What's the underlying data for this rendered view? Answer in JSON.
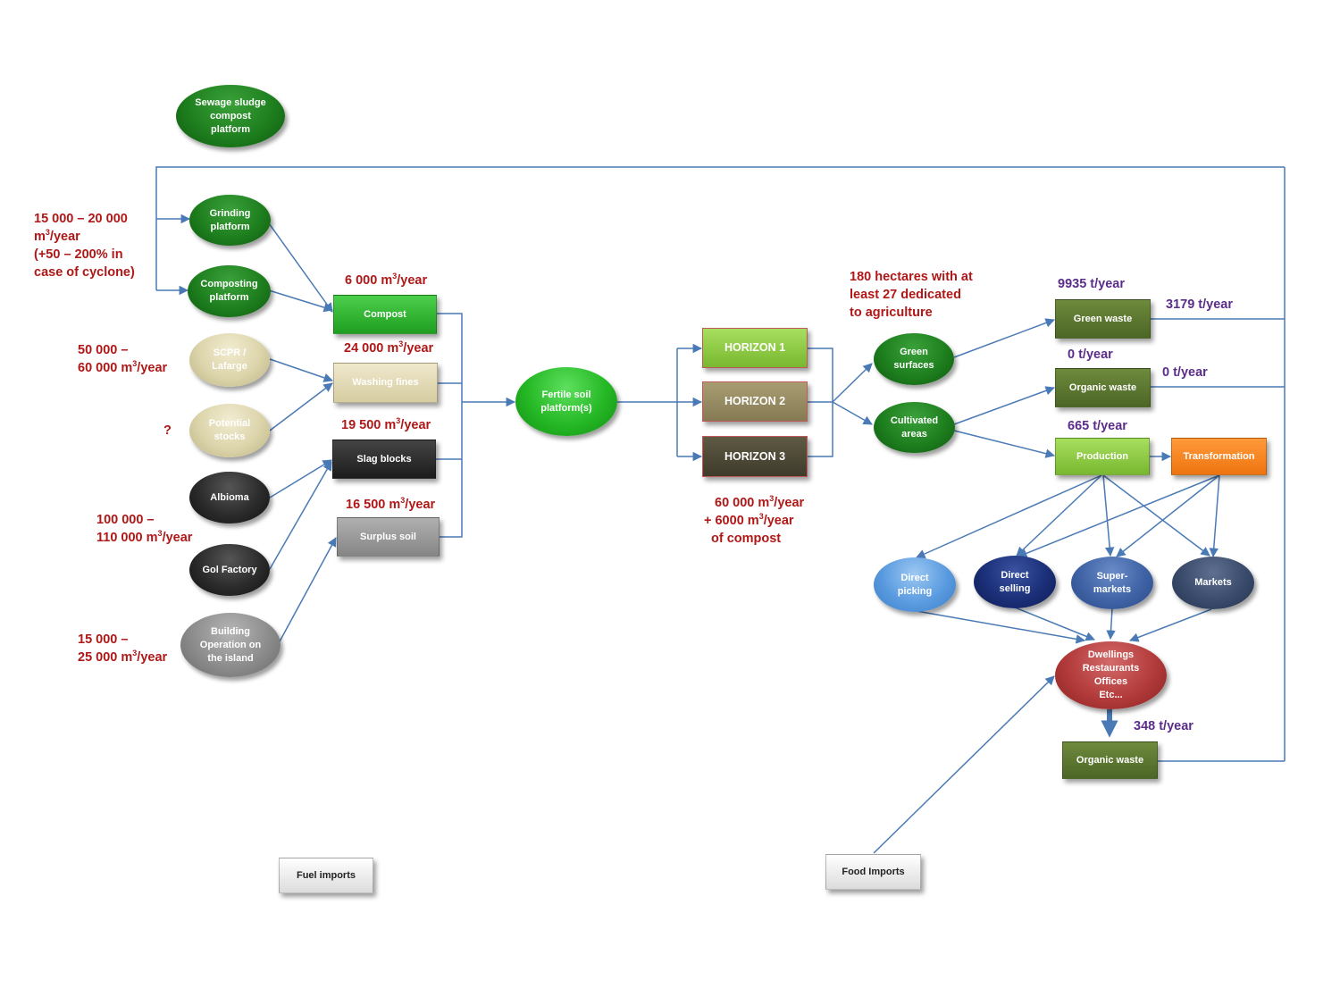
{
  "nodes": {
    "sewage": "Sewage sludge compost platform",
    "grinding": "Grinding platform",
    "composting": "Composting platform",
    "scpr": "SCPR / Lafarge",
    "potential": "Potential stocks",
    "albioma": "Albioma",
    "gol": "Gol Factory",
    "building": "Building Operation on the island",
    "compost": "Compost",
    "washing": "Washing fines",
    "slag": "Slag blocks",
    "surplus": "Surplus soil",
    "fertile": "Fertile soil platform(s)",
    "h1": "HORIZON 1",
    "h2": "HORIZON 2",
    "h3": "HORIZON 3",
    "green_surfaces": "Green surfaces",
    "cultivated": "Cultivated areas",
    "green_waste": "Green waste",
    "organic_waste_1": "Organic waste",
    "production": "Production",
    "transformation": "Transformation",
    "direct_picking": "Direct picking",
    "direct_selling": "Direct selling",
    "supermarkets": "Super-markets",
    "markets": "Markets",
    "dwellings": [
      "Dwellings",
      "Restaurants",
      "Offices",
      "Etc..."
    ],
    "organic_waste_2": "Organic waste",
    "fuel_imports": "Fuel imports",
    "food_imports": "Food Imports"
  },
  "labels": {
    "grinding_in": [
      "15 000 – 20 000",
      "m",
      "/year",
      "(+50 – 200% in",
      "case of cyclone)"
    ],
    "scpr_in": [
      "50 000 –",
      "60 000 m",
      "/year"
    ],
    "potential_in": "?",
    "albioma_in": [
      "100 000 –",
      "110 000 m",
      "/year"
    ],
    "building_in": [
      "15 000 –",
      "25 000 m",
      "/year"
    ],
    "compost_qty": [
      "6 000 m",
      "/year"
    ],
    "washing_qty": [
      "24 000 m",
      "/year"
    ],
    "slag_qty": [
      "19 500 m",
      "/year"
    ],
    "surplus_qty": [
      "16 500 m",
      "/year"
    ],
    "horizon_qty": [
      "60 000 m",
      "/year",
      "+ 6000 m",
      "/year",
      "of compost"
    ],
    "hectares": [
      "180 hectares with at",
      "least 27 dedicated",
      "to agriculture"
    ],
    "green_waste_in": "9935 t/year",
    "green_waste_out": "3179 t/year",
    "organic_in": "0 t/year",
    "organic_out": "0 t/year",
    "production_qty": "665 t/year",
    "dwellings_out": "348 t/year",
    "superscript": "3"
  },
  "colors": {
    "arrow": "#4a7ab5",
    "label_red": "#b01818",
    "label_purple": "#5b2d8a"
  }
}
